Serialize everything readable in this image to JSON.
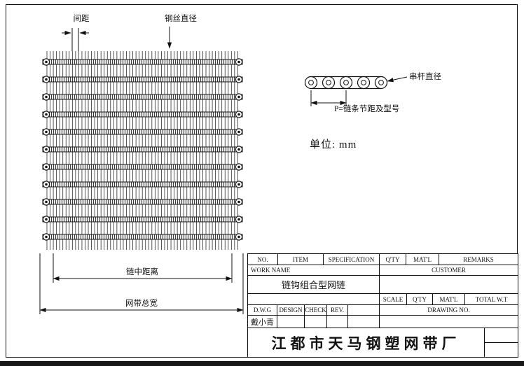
{
  "diagram": {
    "labels": {
      "pitch": "间距",
      "wire_diameter": "钢丝直径",
      "chain_center_distance": "链中距离",
      "belt_total_width": "网带总宽",
      "rod_diameter": "串杆直径",
      "chain_pitch_formula": "P=链条节距及型号",
      "unit": "单位: mm"
    }
  },
  "title_block": {
    "columns": [
      "NO.",
      "ITEM",
      "SPECIFICATION",
      "Q'TY",
      "MAT'L",
      "REMARKS"
    ],
    "work_name_label": "WORK NAME",
    "customer_label": "CUSTOMER",
    "work_name_value": "链钩组合型网链",
    "scale_label": "SCALE",
    "qty_label": "Q'TY",
    "matl_label": "MAT'L",
    "total_wt_label": "TOTAL W.T",
    "dwg_label": "D.W.G",
    "design_label": "DESIGN",
    "check_label": "CHECK",
    "rev_label": "REV.",
    "drawing_no_label": "DRAWING NO.",
    "designer": "戴小青",
    "company": "江都市天马钢塑网带厂"
  }
}
